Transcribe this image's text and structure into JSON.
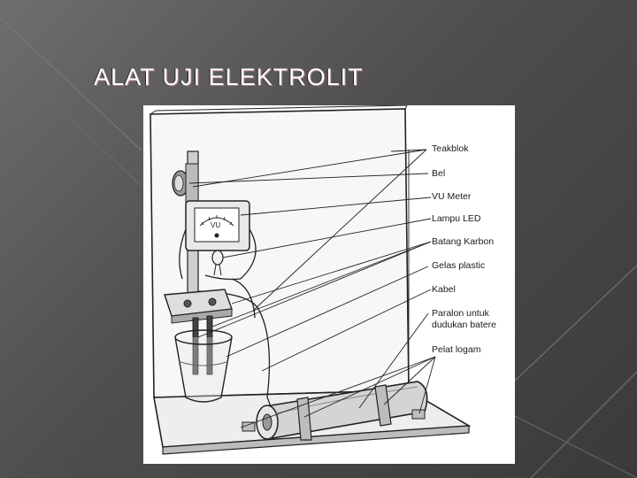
{
  "slide": {
    "title": "ALAT UJI ELEKTROLIT"
  },
  "diagram": {
    "labels": {
      "teakblok": "Teakblok",
      "bel": "Bel",
      "vu_meter": "VU Meter",
      "lampu_led": "Lampu LED",
      "batang_karbon": "Batang Karbon",
      "gelas_plastic": "Gelas plastic",
      "kabel": "Kabel",
      "paralon_line1": "Paralon untuk",
      "paralon_line2": "dudukan batere",
      "pelat_logam": "Pelat logam"
    },
    "meter_text": "VU"
  }
}
